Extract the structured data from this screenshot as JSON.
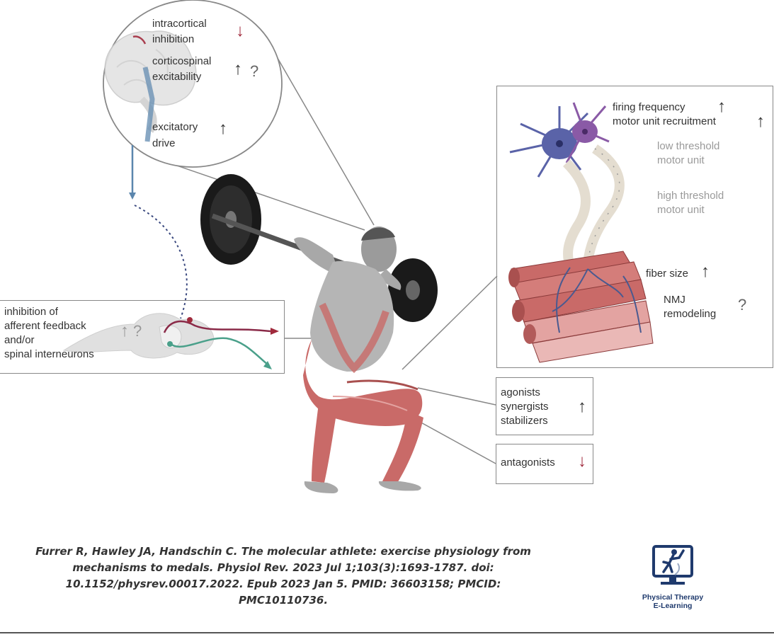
{
  "brain": {
    "intracortical": "intracortical",
    "inhibition": "inhibition",
    "corticospinal": "corticospinal",
    "excitability": "excitability",
    "excitatory": "excitatory",
    "drive": "drive",
    "question": "?"
  },
  "spinal": {
    "line1": "inhibition of",
    "line2": "afferent feedback",
    "line3": "and/or",
    "line4": "spinal interneurons",
    "question": "?"
  },
  "motor": {
    "firing_frequency": "firing frequency",
    "motor_unit_recruitment": "motor unit recruitment",
    "low_threshold_1": "low threshold",
    "low_threshold_2": "motor unit",
    "high_threshold_1": "high threshold",
    "high_threshold_2": "motor unit",
    "fiber_size": "fiber size",
    "nmj_1": "NMJ",
    "nmj_2": "remodeling",
    "question": "?"
  },
  "muscles": {
    "agonists": "agonists",
    "synergists": "synergists",
    "stabilizers": "stabilizers",
    "antagonists": "antagonists"
  },
  "citation": {
    "line1": "Furrer R, Hawley JA, Handschin C. The molecular athlete: exercise physiology from",
    "line2": "mechanisms to medals. Physiol Rev. 2023 Jul 1;103(3):1693-1787. doi:",
    "line3": "10.1152/physrev.00017.2022. Epub 2023 Jan 5. PMID: 36603158; PMCID:",
    "line4": "PMC10110736."
  },
  "logo": {
    "line1": "Physical Therapy",
    "line2": "E-Learning"
  },
  "colors": {
    "increase_arrow": "#333333",
    "decrease_arrow": "#a02a3c",
    "muscle": "#c96a68",
    "neuron_blue": "#5a63a8",
    "neuron_purple": "#8a5aa6",
    "logo_blue": "#1f3a6d"
  }
}
